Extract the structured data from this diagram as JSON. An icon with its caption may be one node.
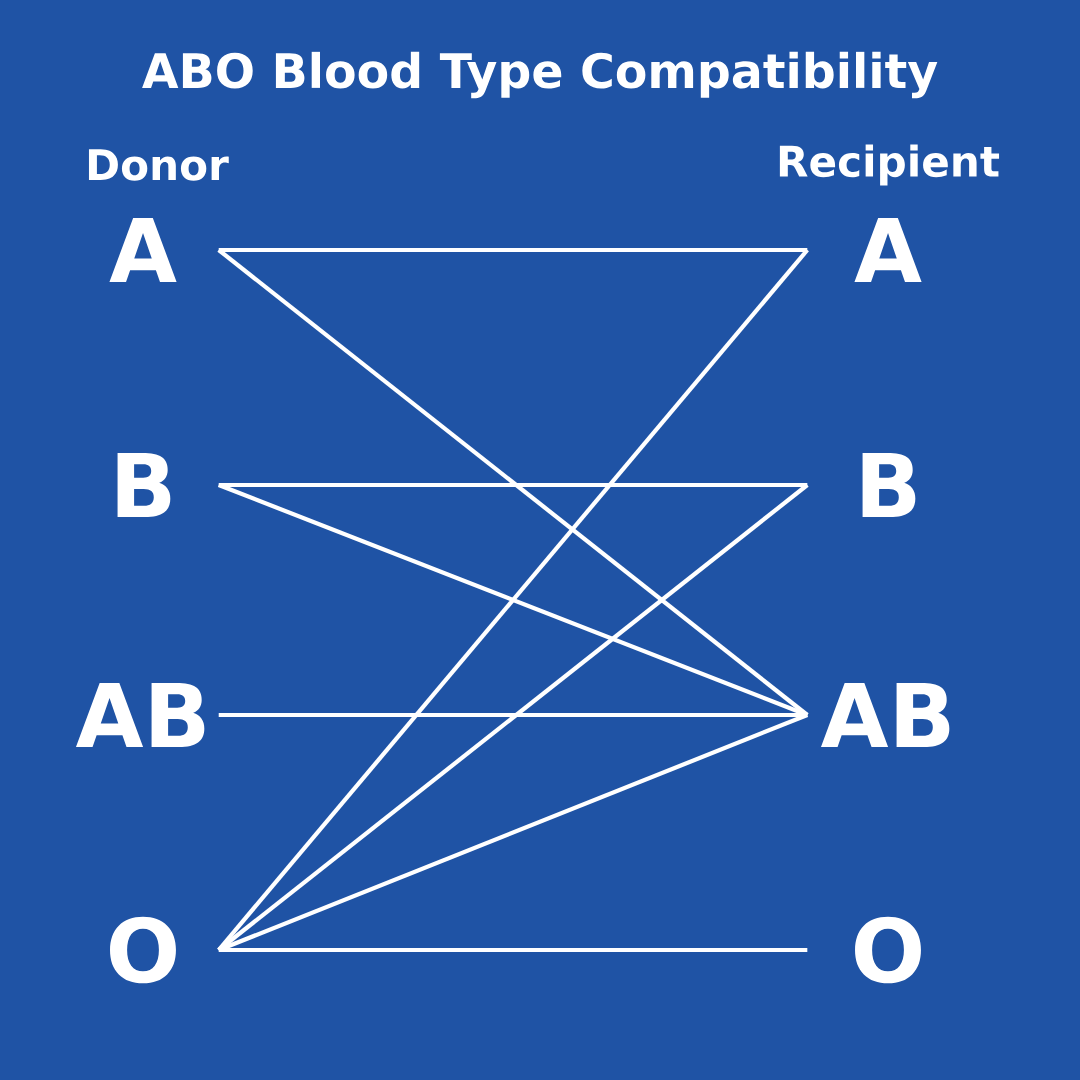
{
  "diagram": {
    "title": "ABO Blood Type Compatibility",
    "nodes": [
      {
        "text": [
          "A"
        ]
      },
      {
        "text": [
          "B"
        ]
      },
      {
        "text": [
          "AB"
        ]
      },
      {
        "text": [
          "O"
        ]
      },
      {
        "text": [
          "A"
        ]
      },
      {
        "text": [
          "B"
        ]
      },
      {
        "text": [
          "AB"
        ]
      },
      {
        "text": [
          "O"
        ]
      }
    ],
    "edges": [
      {
        "from": 0,
        "to": 4,
        "arrow": "none"
      },
      {
        "from": 0,
        "to": 6,
        "arrow": "none"
      },
      {
        "from": 1,
        "to": 5,
        "arrow": "none"
      },
      {
        "from": 1,
        "to": 6,
        "arrow": "none"
      },
      {
        "from": 2,
        "to": 6,
        "arrow": "none"
      },
      {
        "from": 3,
        "to": 4,
        "arrow": "none"
      },
      {
        "from": 3,
        "to": 5,
        "arrow": "none"
      },
      {
        "from": 3,
        "to": 6,
        "arrow": "none"
      },
      {
        "from": 3,
        "to": 7,
        "arrow": "none"
      }
    ],
    "labels": [
      "Donor",
      "Recipient"
    ]
  }
}
